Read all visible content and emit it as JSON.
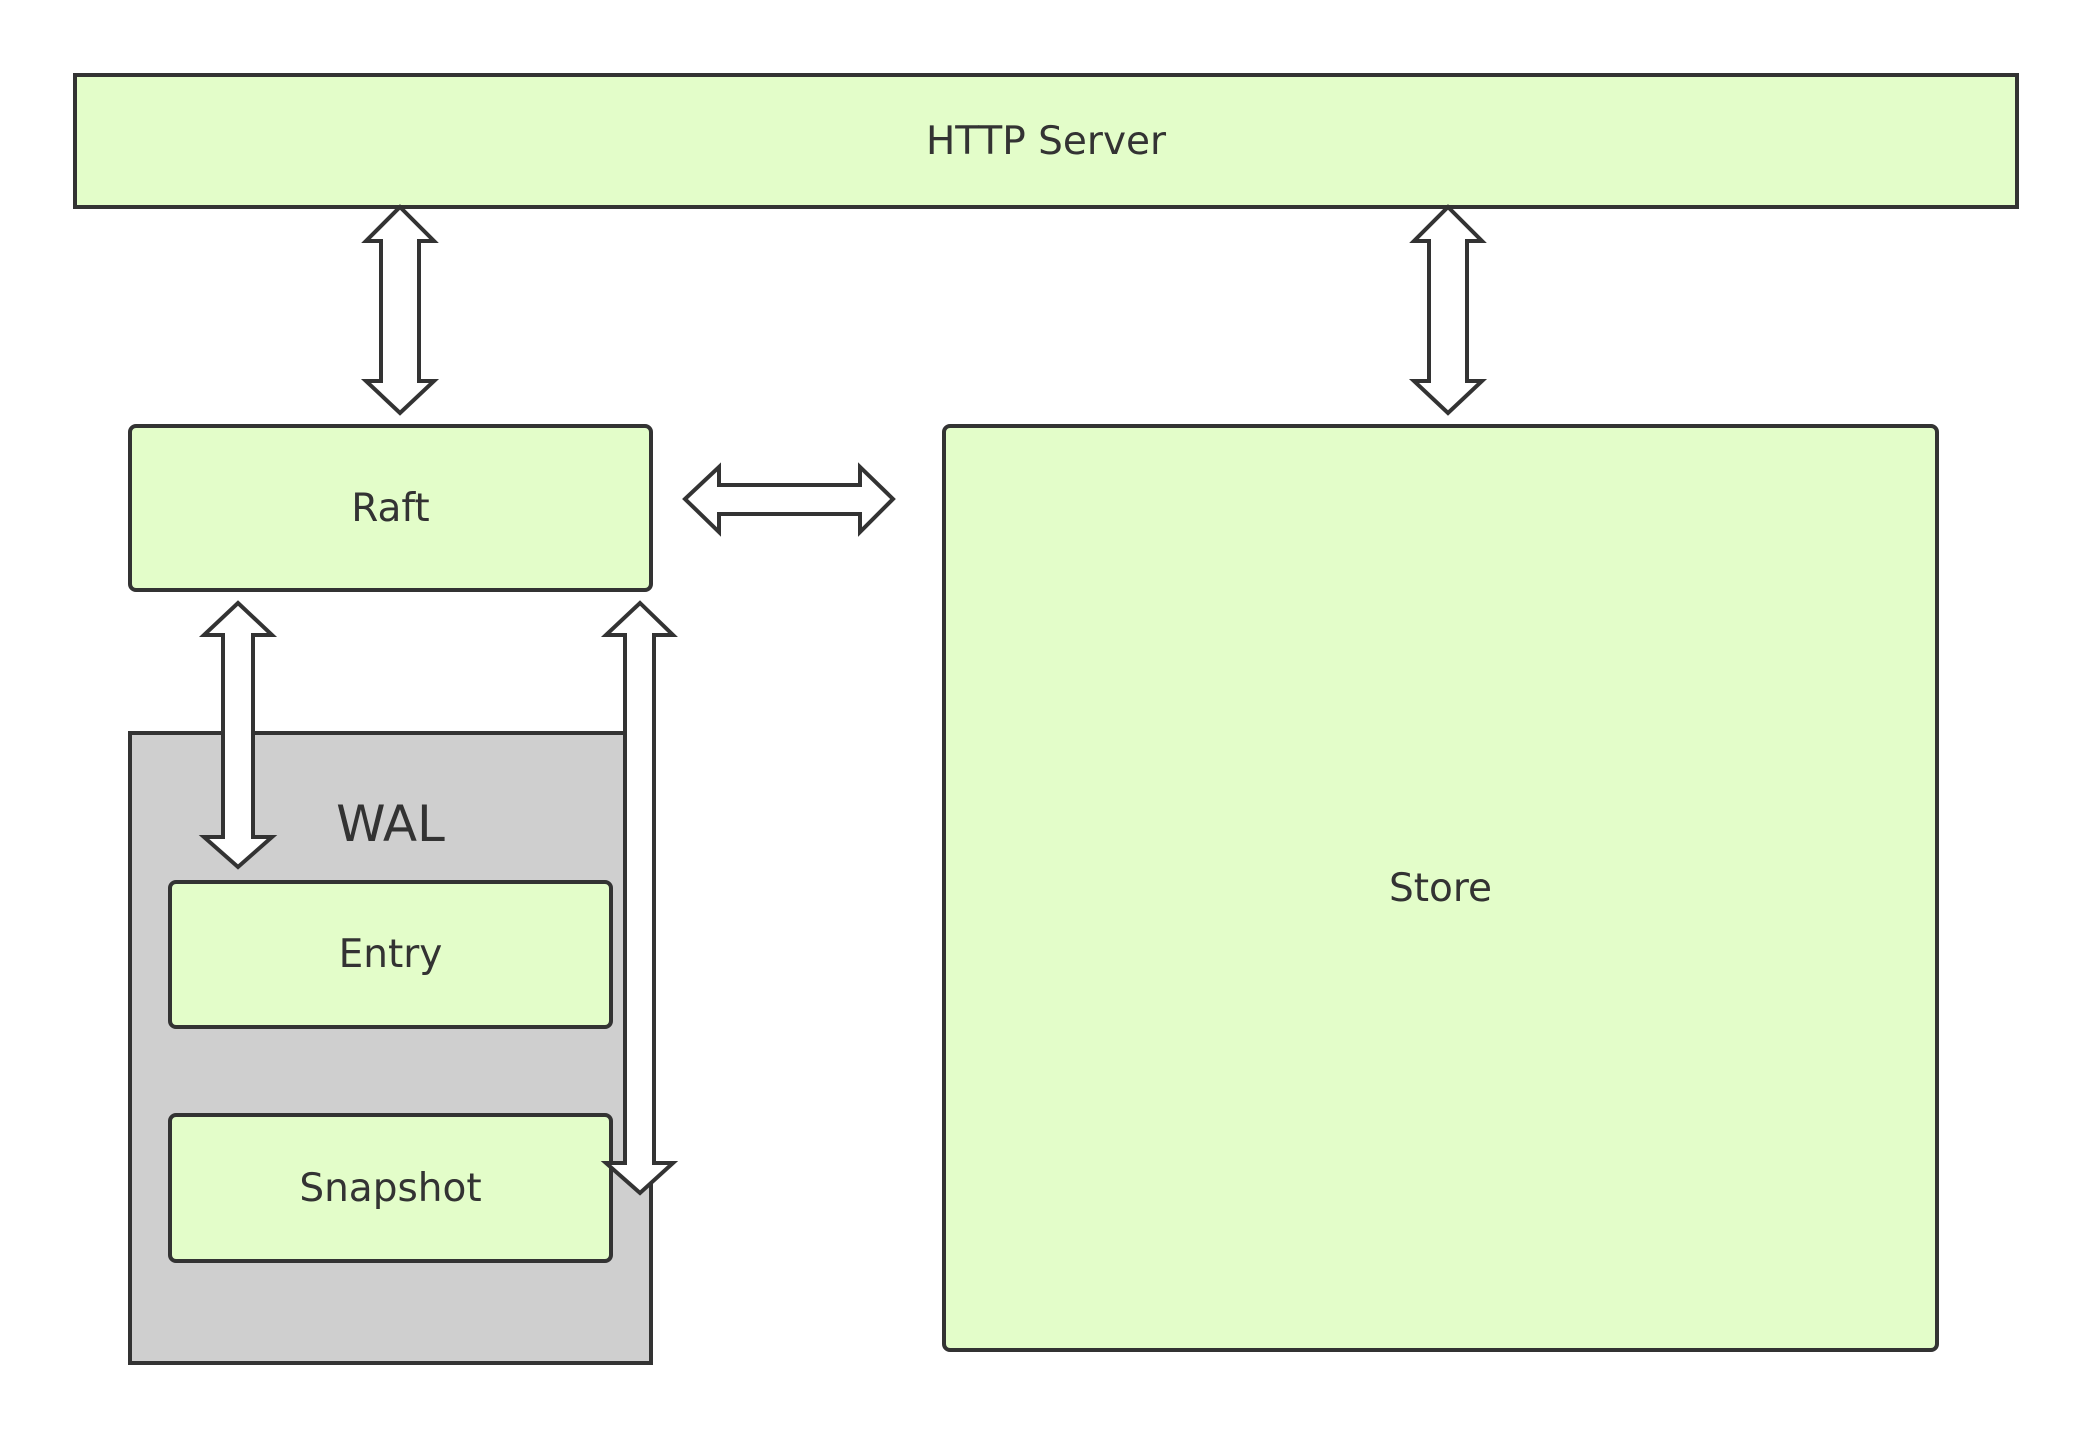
{
  "diagram": {
    "nodes": {
      "http_server": "HTTP Server",
      "raft": "Raft",
      "store": "Store",
      "wal": "WAL",
      "entry": "Entry",
      "snapshot": "Snapshot"
    },
    "edges": [
      {
        "from": "HTTP Server",
        "to": "Raft",
        "type": "bidirectional"
      },
      {
        "from": "HTTP Server",
        "to": "Store",
        "type": "bidirectional"
      },
      {
        "from": "Raft",
        "to": "Store",
        "type": "bidirectional"
      },
      {
        "from": "Raft",
        "to": "WAL",
        "type": "bidirectional"
      },
      {
        "from": "Raft",
        "to": "Snapshot",
        "type": "bidirectional"
      }
    ],
    "colors": {
      "node_fill": "#e3fdc9",
      "container_fill": "#cfcfcf",
      "stroke": "#333333"
    }
  }
}
